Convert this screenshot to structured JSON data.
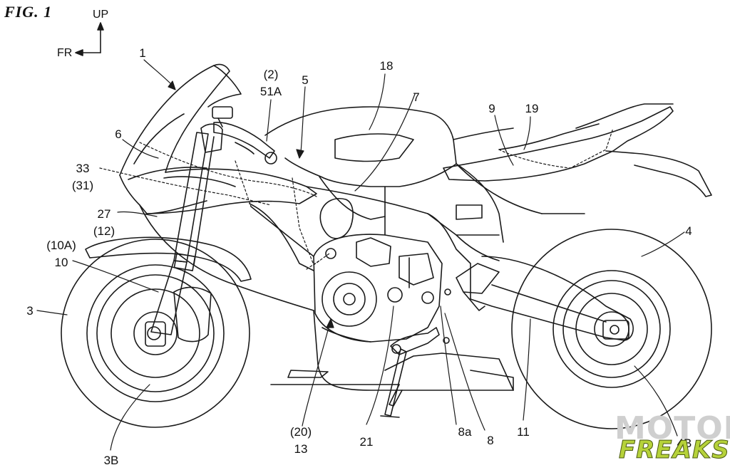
{
  "figure": {
    "title": "FIG. 1"
  },
  "directions": {
    "up": "UP",
    "front": "FR"
  },
  "labels": {
    "l1": "1",
    "l2": "(2)",
    "l51a": "51A",
    "l5": "5",
    "l18": "18",
    "l7": "7",
    "l9": "9",
    "l19": "19",
    "l6": "6",
    "l33": "33",
    "l31": "(31)",
    "l27": "27",
    "l12": "(12)",
    "l10a": "(10A)",
    "l10": "10",
    "l3": "3",
    "l3b": "3B",
    "l4": "4",
    "l20": "(20)",
    "l13": "13",
    "l21": "21",
    "l8a": "8a",
    "l8": "8",
    "l11": "11",
    "l4b": "4B"
  },
  "watermark": {
    "line1": "MOTOR",
    "line2": "FREAKS",
    "color_accent": "#b6d23a"
  },
  "colors": {
    "line": "#1a1a1a",
    "background": "#ffffff"
  }
}
